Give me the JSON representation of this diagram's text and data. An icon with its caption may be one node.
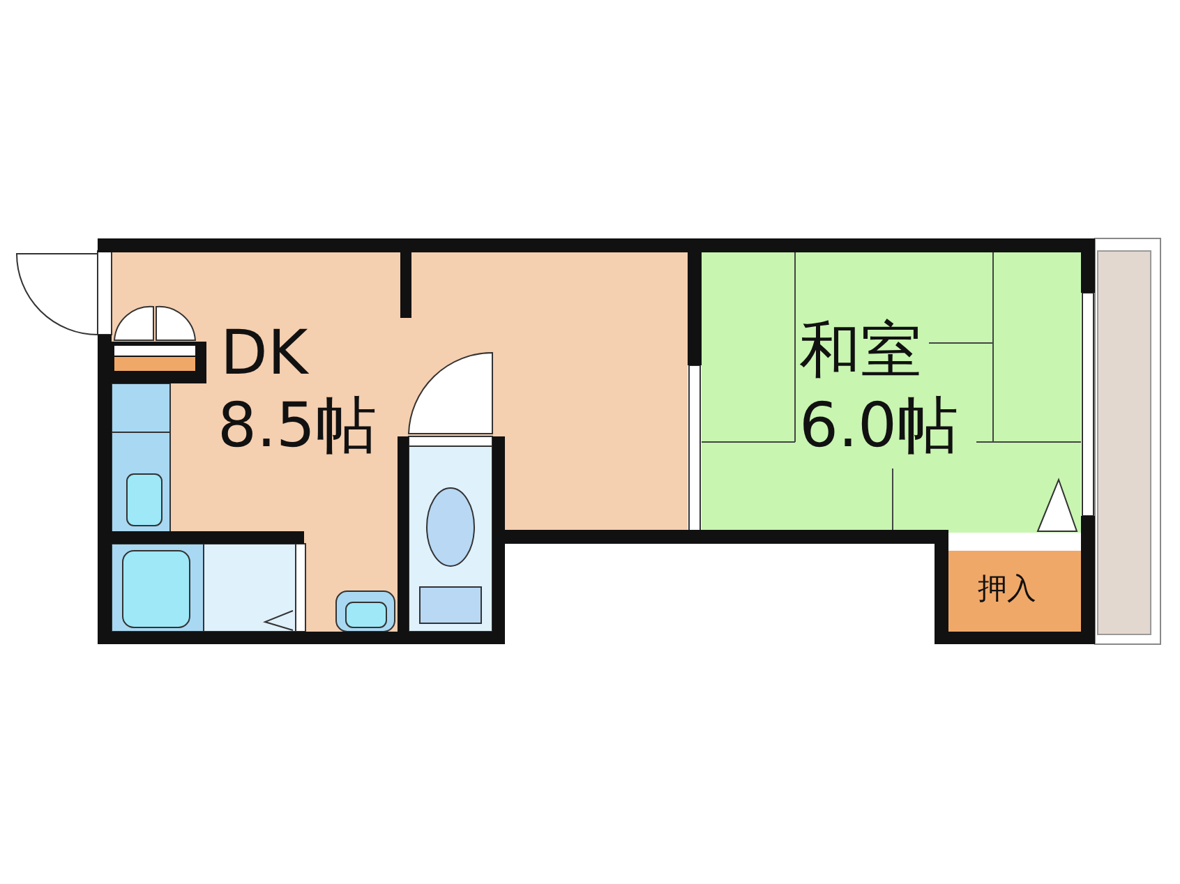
{
  "diagram": {
    "nodes": [
      {
        "text": [
          "DK",
          "8.5帖"
        ]
      },
      {
        "text": [
          "和室",
          "6.0帖"
        ]
      },
      {
        "text": [
          "押入"
        ]
      }
    ]
  }
}
